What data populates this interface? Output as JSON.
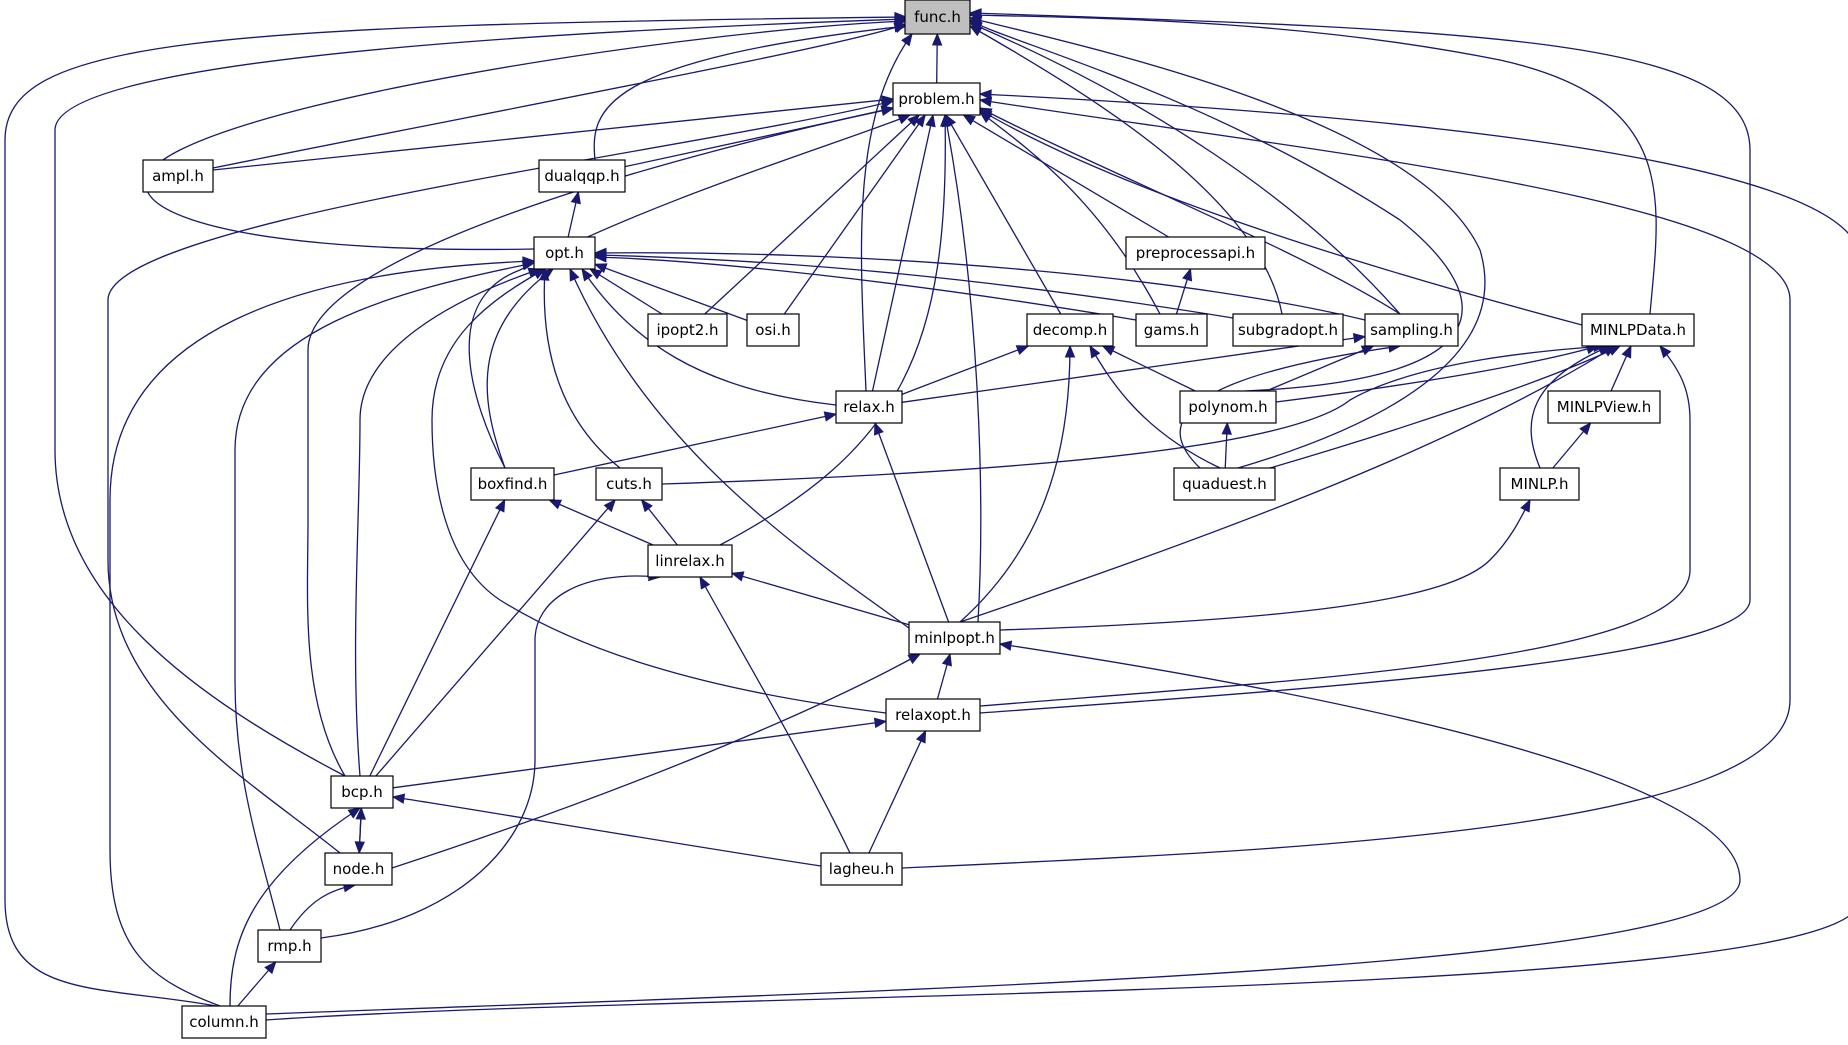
{
  "diagram": {
    "type": "include-dependency-graph",
    "highlighted_node": "func.h",
    "colors": {
      "edge": "#191970",
      "node_border": "#000000",
      "highlight_fill": "#bfbfbf",
      "node_fill": "#ffffff"
    },
    "nodes": [
      {
        "id": "func",
        "label": "func.h"
      },
      {
        "id": "problem",
        "label": "problem.h"
      },
      {
        "id": "ampl",
        "label": "ampl.h"
      },
      {
        "id": "dualqqp",
        "label": "dualqqp.h"
      },
      {
        "id": "opt",
        "label": "opt.h"
      },
      {
        "id": "preprocessapi",
        "label": "preprocessapi.h"
      },
      {
        "id": "ipopt2",
        "label": "ipopt2.h"
      },
      {
        "id": "osi",
        "label": "osi.h"
      },
      {
        "id": "decomp",
        "label": "decomp.h"
      },
      {
        "id": "gams",
        "label": "gams.h"
      },
      {
        "id": "subgradopt",
        "label": "subgradopt.h"
      },
      {
        "id": "sampling",
        "label": "sampling.h"
      },
      {
        "id": "minlpdata",
        "label": "MINLPData.h"
      },
      {
        "id": "relax",
        "label": "relax.h"
      },
      {
        "id": "polynom",
        "label": "polynom.h"
      },
      {
        "id": "minlpview",
        "label": "MINLPView.h"
      },
      {
        "id": "boxfind",
        "label": "boxfind.h"
      },
      {
        "id": "cuts",
        "label": "cuts.h"
      },
      {
        "id": "quaduest",
        "label": "quaduest.h"
      },
      {
        "id": "minlp",
        "label": "MINLP.h"
      },
      {
        "id": "linrelax",
        "label": "linrelax.h"
      },
      {
        "id": "minlpopt",
        "label": "minlpopt.h"
      },
      {
        "id": "relaxopt",
        "label": "relaxopt.h"
      },
      {
        "id": "bcp",
        "label": "bcp.h"
      },
      {
        "id": "node",
        "label": "node.h"
      },
      {
        "id": "lagheu",
        "label": "lagheu.h"
      },
      {
        "id": "rmp",
        "label": "rmp.h"
      },
      {
        "id": "column",
        "label": "column.h"
      }
    ],
    "edges": [
      {
        "from": "problem",
        "to": "func"
      },
      {
        "from": "ampl",
        "to": "func"
      },
      {
        "from": "dualqqp",
        "to": "func"
      },
      {
        "from": "opt",
        "to": "func"
      },
      {
        "from": "relax",
        "to": "func"
      },
      {
        "from": "subgradopt",
        "to": "func"
      },
      {
        "from": "sampling",
        "to": "func"
      },
      {
        "from": "polynom",
        "to": "func"
      },
      {
        "from": "quaduest",
        "to": "func"
      },
      {
        "from": "minlpdata",
        "to": "func"
      },
      {
        "from": "relaxopt",
        "to": "func"
      },
      {
        "from": "bcp",
        "to": "func"
      },
      {
        "from": "column",
        "to": "func"
      },
      {
        "from": "ampl",
        "to": "problem"
      },
      {
        "from": "dualqqp",
        "to": "problem"
      },
      {
        "from": "preprocessapi",
        "to": "problem"
      },
      {
        "from": "ipopt2",
        "to": "problem"
      },
      {
        "from": "osi",
        "to": "problem"
      },
      {
        "from": "decomp",
        "to": "problem"
      },
      {
        "from": "gams",
        "to": "problem"
      },
      {
        "from": "sampling",
        "to": "problem"
      },
      {
        "from": "minlpdata",
        "to": "problem"
      },
      {
        "from": "relax",
        "to": "problem"
      },
      {
        "from": "boxfind",
        "to": "problem"
      },
      {
        "from": "linrelax",
        "to": "problem"
      },
      {
        "from": "minlpopt",
        "to": "problem"
      },
      {
        "from": "bcp",
        "to": "problem"
      },
      {
        "from": "node",
        "to": "problem"
      },
      {
        "from": "lagheu",
        "to": "problem"
      },
      {
        "from": "column",
        "to": "problem"
      },
      {
        "from": "opt",
        "to": "dualqqp"
      },
      {
        "from": "gams",
        "to": "preprocessapi"
      },
      {
        "from": "ipopt2",
        "to": "opt"
      },
      {
        "from": "osi",
        "to": "opt"
      },
      {
        "from": "gams",
        "to": "opt"
      },
      {
        "from": "subgradopt",
        "to": "opt"
      },
      {
        "from": "sampling",
        "to": "opt"
      },
      {
        "from": "relax",
        "to": "opt"
      },
      {
        "from": "boxfind",
        "to": "opt"
      },
      {
        "from": "cuts",
        "to": "opt"
      },
      {
        "from": "minlpopt",
        "to": "opt"
      },
      {
        "from": "relaxopt",
        "to": "opt"
      },
      {
        "from": "bcp",
        "to": "opt"
      },
      {
        "from": "rmp",
        "to": "opt"
      },
      {
        "from": "column",
        "to": "opt"
      },
      {
        "from": "relax",
        "to": "decomp"
      },
      {
        "from": "polynom",
        "to": "decomp"
      },
      {
        "from": "quaduest",
        "to": "decomp"
      },
      {
        "from": "minlpopt",
        "to": "decomp"
      },
      {
        "from": "relax",
        "to": "sampling"
      },
      {
        "from": "polynom",
        "to": "sampling"
      },
      {
        "from": "quaduest",
        "to": "sampling"
      },
      {
        "from": "polynom",
        "to": "minlpdata"
      },
      {
        "from": "minlpview",
        "to": "minlpdata"
      },
      {
        "from": "cuts",
        "to": "minlpdata"
      },
      {
        "from": "quaduest",
        "to": "minlpdata"
      },
      {
        "from": "minlp",
        "to": "minlpdata"
      },
      {
        "from": "minlpopt",
        "to": "minlpdata"
      },
      {
        "from": "relaxopt",
        "to": "minlpdata"
      },
      {
        "from": "boxfind",
        "to": "relax"
      },
      {
        "from": "minlpopt",
        "to": "relax"
      },
      {
        "from": "quaduest",
        "to": "polynom"
      },
      {
        "from": "minlp",
        "to": "minlpview"
      },
      {
        "from": "linrelax",
        "to": "boxfind"
      },
      {
        "from": "bcp",
        "to": "boxfind"
      },
      {
        "from": "linrelax",
        "to": "cuts"
      },
      {
        "from": "bcp",
        "to": "cuts"
      },
      {
        "from": "minlpopt",
        "to": "minlp"
      },
      {
        "from": "minlpopt",
        "to": "linrelax"
      },
      {
        "from": "lagheu",
        "to": "linrelax"
      },
      {
        "from": "rmp",
        "to": "linrelax"
      },
      {
        "from": "relaxopt",
        "to": "minlpopt"
      },
      {
        "from": "node",
        "to": "minlpopt"
      },
      {
        "from": "column",
        "to": "minlpopt"
      },
      {
        "from": "bcp",
        "to": "relaxopt"
      },
      {
        "from": "lagheu",
        "to": "relaxopt"
      },
      {
        "from": "node",
        "to": "bcp"
      },
      {
        "from": "lagheu",
        "to": "bcp"
      },
      {
        "from": "column",
        "to": "bcp"
      },
      {
        "from": "bcp",
        "to": "node"
      },
      {
        "from": "rmp",
        "to": "node"
      },
      {
        "from": "column",
        "to": "rmp"
      }
    ]
  }
}
